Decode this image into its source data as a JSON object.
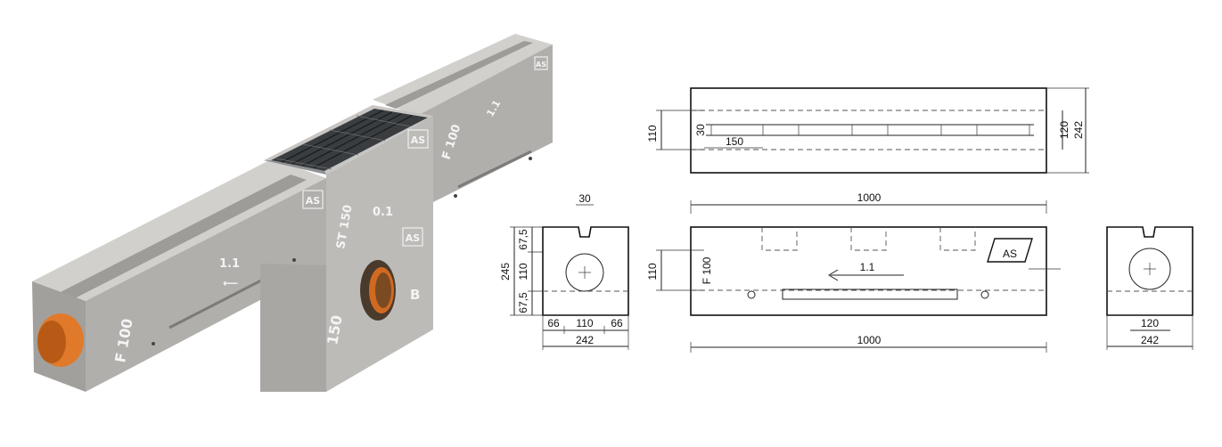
{
  "render3d": {
    "channel_label_left": "F 100",
    "slope_left": "1.1",
    "slope_right": "1.1",
    "channel_label_right": "F 100",
    "logo": "AS",
    "sump_label_side": "ST 150",
    "sump_slope": "0.1",
    "sump_size": "150",
    "sump_letter": "B",
    "colors": {
      "concrete_light": "#c9c7c4",
      "concrete_mid": "#a9a7a4",
      "concrete_dark": "#8d8b88",
      "pipe": "#e07a2a",
      "grate": "#3a3d40"
    }
  },
  "top_view": {
    "dim_110": "110",
    "dim_30": "30",
    "dim_150": "150",
    "dim_120": "120",
    "dim_242": "242"
  },
  "front_view": {
    "dim_length_top": "1000",
    "dim_length_bottom": "1000",
    "dim_110": "110",
    "label_f100": "F 100",
    "slope": "1.1",
    "logo": "AS"
  },
  "left_section": {
    "dim_30": "30",
    "dim_245": "245",
    "dim_67_5_top": "67,5",
    "dim_110": "110",
    "dim_67_5_bottom": "67,5",
    "dim_66_left": "66",
    "dim_110_bottom": "110",
    "dim_66_right": "66",
    "dim_242": "242"
  },
  "right_section": {
    "dim_120": "120",
    "dim_242": "242"
  }
}
